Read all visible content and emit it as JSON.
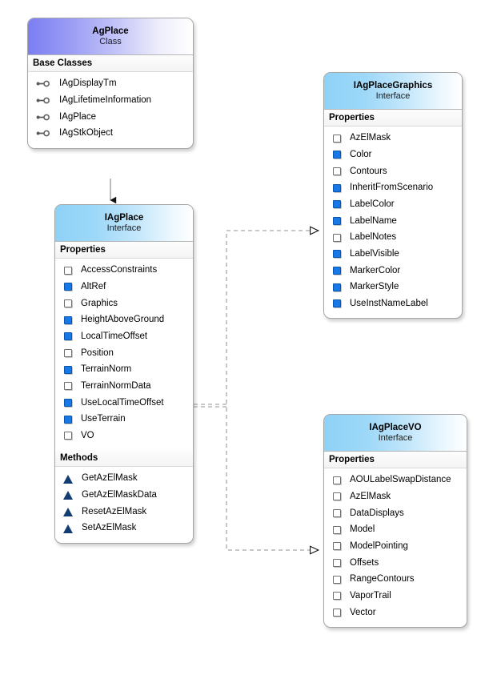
{
  "diagram": {
    "title": "AgPlace UML class diagram",
    "colors": {
      "class_header_start": "#7b7ef2",
      "interface_header_start": "#8ed2f7",
      "property_filled": "#1878e6",
      "property_empty": "#ffffff",
      "method_triangle": "#123c72",
      "border": "#a6a6a6",
      "connector": "#9a9a9a"
    }
  },
  "nodes": {
    "agplace": {
      "title": "AgPlace",
      "stereotype": "Class",
      "sections": [
        {
          "title": "Base Classes",
          "members": [
            {
              "label": "IAgDisplayTm",
              "icon": "interface-lollipop-icon"
            },
            {
              "label": "IAgLifetimeInformation",
              "icon": "interface-lollipop-icon"
            },
            {
              "label": "IAgPlace",
              "icon": "interface-lollipop-icon"
            },
            {
              "label": "IAgStkObject",
              "icon": "interface-lollipop-icon"
            }
          ]
        }
      ]
    },
    "iagplace": {
      "title": "IAgPlace",
      "stereotype": "Interface",
      "sections": [
        {
          "title": "Properties",
          "members": [
            {
              "label": "AccessConstraints",
              "icon": "property-empty-icon"
            },
            {
              "label": "AltRef",
              "icon": "property-filled-icon"
            },
            {
              "label": "Graphics",
              "icon": "property-empty-icon"
            },
            {
              "label": "HeightAboveGround",
              "icon": "property-filled-icon"
            },
            {
              "label": "LocalTimeOffset",
              "icon": "property-filled-icon"
            },
            {
              "label": "Position",
              "icon": "property-empty-icon"
            },
            {
              "label": "TerrainNorm",
              "icon": "property-filled-icon"
            },
            {
              "label": "TerrainNormData",
              "icon": "property-empty-icon"
            },
            {
              "label": "UseLocalTimeOffset",
              "icon": "property-filled-icon"
            },
            {
              "label": "UseTerrain",
              "icon": "property-filled-icon"
            },
            {
              "label": "VO",
              "icon": "property-empty-icon"
            }
          ]
        },
        {
          "title": "Methods",
          "members": [
            {
              "label": "GetAzElMask",
              "icon": "method-icon"
            },
            {
              "label": "GetAzElMaskData",
              "icon": "method-icon"
            },
            {
              "label": "ResetAzElMask",
              "icon": "method-icon"
            },
            {
              "label": "SetAzElMask",
              "icon": "method-icon"
            }
          ]
        }
      ]
    },
    "iagplacegraphics": {
      "title": "IAgPlaceGraphics",
      "stereotype": "Interface",
      "sections": [
        {
          "title": "Properties",
          "members": [
            {
              "label": "AzElMask",
              "icon": "property-empty-icon"
            },
            {
              "label": "Color",
              "icon": "property-filled-icon"
            },
            {
              "label": "Contours",
              "icon": "property-empty-icon"
            },
            {
              "label": "InheritFromScenario",
              "icon": "property-filled-icon"
            },
            {
              "label": "LabelColor",
              "icon": "property-filled-icon"
            },
            {
              "label": "LabelName",
              "icon": "property-filled-icon"
            },
            {
              "label": "LabelNotes",
              "icon": "property-empty-icon"
            },
            {
              "label": "LabelVisible",
              "icon": "property-filled-icon"
            },
            {
              "label": "MarkerColor",
              "icon": "property-filled-icon"
            },
            {
              "label": "MarkerStyle",
              "icon": "property-filled-icon"
            },
            {
              "label": "UseInstNameLabel",
              "icon": "property-filled-icon"
            }
          ]
        }
      ]
    },
    "iagplacevo": {
      "title": "IAgPlaceVO",
      "stereotype": "Interface",
      "sections": [
        {
          "title": "Properties",
          "members": [
            {
              "label": "AOULabelSwapDistance",
              "icon": "property-empty-icon"
            },
            {
              "label": "AzElMask",
              "icon": "property-empty-icon"
            },
            {
              "label": "DataDisplays",
              "icon": "property-empty-icon"
            },
            {
              "label": "Model",
              "icon": "property-empty-icon"
            },
            {
              "label": "ModelPointing",
              "icon": "property-empty-icon"
            },
            {
              "label": "Offsets",
              "icon": "property-empty-icon"
            },
            {
              "label": "RangeContours",
              "icon": "property-empty-icon"
            },
            {
              "label": "VaporTrail",
              "icon": "property-empty-icon"
            },
            {
              "label": "Vector",
              "icon": "property-empty-icon"
            }
          ]
        }
      ]
    }
  },
  "connectors": [
    {
      "name": "agplace-to-iagplace",
      "kind": "inheritance-solid-filled-arrow",
      "from": "agplace",
      "to": "iagplace"
    },
    {
      "name": "iagplace-to-iagplacegraphics",
      "kind": "dependency-dashed-hollow-arrow",
      "from": "iagplace",
      "to": "iagplacegraphics"
    },
    {
      "name": "iagplace-to-iagplacevo",
      "kind": "dependency-dashed-hollow-arrow",
      "from": "iagplace",
      "to": "iagplacevo"
    }
  ]
}
